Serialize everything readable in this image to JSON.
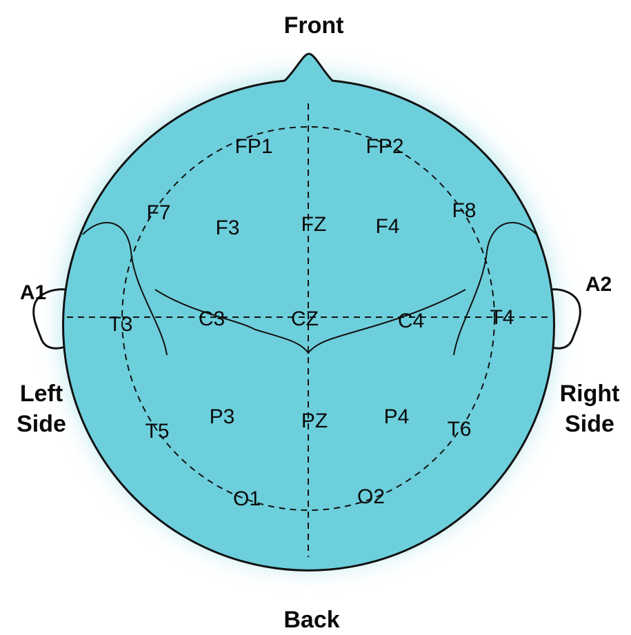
{
  "orientation": {
    "front": "Front",
    "back": "Back",
    "left_side": [
      "Left",
      "Side"
    ],
    "right_side": [
      "Right",
      "Side"
    ]
  },
  "reference": {
    "a1": "A1",
    "a2": "A2"
  },
  "electrodes": {
    "fp1": "FP1",
    "fp2": "FP2",
    "f7": "F7",
    "f3": "F3",
    "fz": "FZ",
    "f4": "F4",
    "f8": "F8",
    "t3": "T3",
    "c3": "C3",
    "cz": "CZ",
    "c4": "C4",
    "t4": "T4",
    "t5": "T5",
    "p3": "P3",
    "pz": "PZ",
    "p4": "P4",
    "t6": "T6",
    "o1": "O1",
    "o2": "O2"
  },
  "colors": {
    "head_fill": "#6dcfdc",
    "head_glow": "#c8ecf2",
    "line": "#111111",
    "text": "#0a0a0a"
  }
}
